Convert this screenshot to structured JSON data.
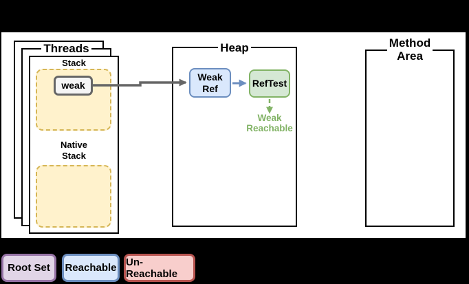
{
  "diagram": {
    "threads": {
      "title": "Threads",
      "stack_label": "Stack",
      "weak_var_label": "weak",
      "native_stack_label": "Native\nStack"
    },
    "heap": {
      "title": "Heap",
      "weak_ref_label": "Weak\nRef",
      "ref_test_label": "RefTest",
      "weak_reachable_label": "Weak\nReachable"
    },
    "method_area": {
      "title": "Method\nArea"
    }
  },
  "legend": {
    "items": [
      {
        "label": "Root Set",
        "fill": "#e1d5e7",
        "stroke": "#9673a6"
      },
      {
        "label": "Reachable",
        "fill": "#dae8fc",
        "stroke": "#6c8ebf"
      },
      {
        "label": "Un-Reachable",
        "fill": "#f8cecc",
        "stroke": "#b85450"
      }
    ]
  },
  "colors": {
    "page_bg": "#000000",
    "canvas_bg": "#ffffff",
    "frame_fill": "#fff2cc",
    "frame_stroke": "#d6b656",
    "weak_box_fill": "#f5f5f5",
    "weak_box_stroke": "#666666",
    "arrow_grey": "#666666",
    "blue_fill": "#dae8fc",
    "blue_stroke": "#6c8ebf",
    "green_fill": "#d5e8d4",
    "green_stroke": "#82b366",
    "weak_reachable_text": "#82b366"
  }
}
